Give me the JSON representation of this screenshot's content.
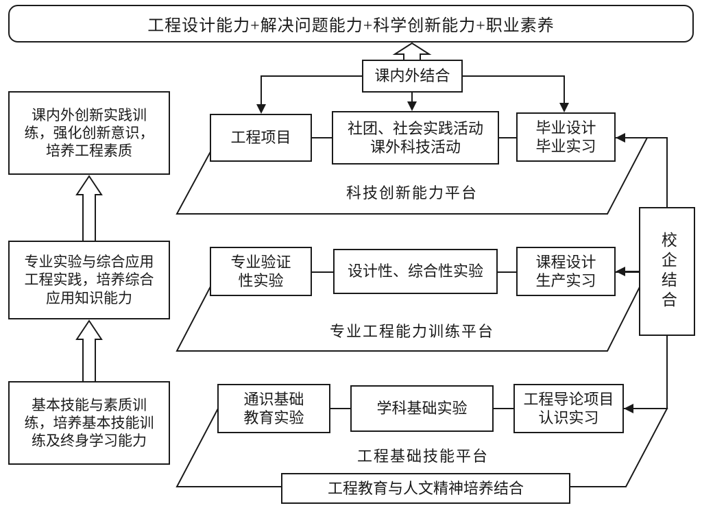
{
  "banner": {
    "text": "工程设计能力+解决问题能力+科学创新能力+职业素养"
  },
  "combiner": {
    "label": "课内外结合"
  },
  "left_column": {
    "boxes": [
      {
        "text": "课内外创新实践训\n练，强化创新意识，\n培养工程素质"
      },
      {
        "text": "专业实验与综合应用\n工程实践，培养综合\n应用知识能力"
      },
      {
        "text": "基本技能与素质训\n练，培养基本技能训\n练及终身学习能力"
      }
    ]
  },
  "rows": [
    {
      "platform": "科技创新能力平台",
      "boxes": [
        {
          "text": "工程项目"
        },
        {
          "text": "社团、社会实践活动\n课外科技活动"
        },
        {
          "text": "毕业设计\n毕业实习"
        }
      ]
    },
    {
      "platform": "专业工程能力训练平台",
      "boxes": [
        {
          "text": "专业验证\n性实验"
        },
        {
          "text": "设计性、综合性实验"
        },
        {
          "text": "课程设计\n生产实习"
        }
      ]
    },
    {
      "platform": "工程基础技能平台",
      "boxes": [
        {
          "text": "通识基础\n教育实验"
        },
        {
          "text": "学科基础实验"
        },
        {
          "text": "工程导论项目\n认识实习"
        }
      ]
    }
  ],
  "right_box": {
    "label": "校企结合"
  },
  "bottom_box": {
    "label": "工程教育与人文精神培养结合"
  },
  "colors": {
    "line": "#1a1a1a",
    "background": "#ffffff"
  }
}
